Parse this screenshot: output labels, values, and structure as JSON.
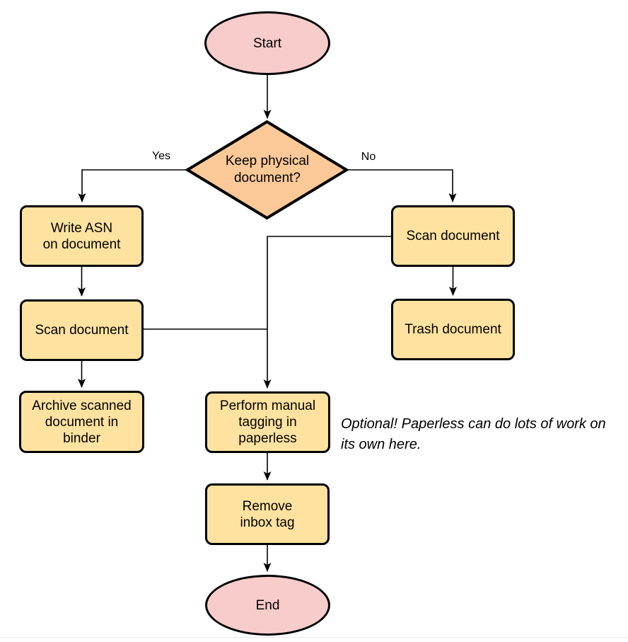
{
  "diagram": {
    "type": "flowchart",
    "topic": "paperless-document-intake-workflow"
  },
  "colors": {
    "terminal_fill": "#F7CCCB",
    "process_fill": "#FFE2A0",
    "decision_fill": "#FBC998",
    "stroke": "#000000"
  },
  "nodes": {
    "start": {
      "shape": "ellipse",
      "label": "Start"
    },
    "decision": {
      "shape": "diamond",
      "label": "Keep physical\ndocument?"
    },
    "write_asn": {
      "shape": "process",
      "label": "Write ASN\non document"
    },
    "scan_left": {
      "shape": "process",
      "label": "Scan document"
    },
    "archive": {
      "shape": "process",
      "label": "Archive scanned\ndocument in\nbinder"
    },
    "scan_right": {
      "shape": "process",
      "label": "Scan document"
    },
    "trash": {
      "shape": "process",
      "label": "Trash document"
    },
    "tagging": {
      "shape": "process",
      "label": "Perform manual\ntagging in\npaperless"
    },
    "remove_inbox": {
      "shape": "process",
      "label": "Remove\ninbox tag"
    },
    "end": {
      "shape": "ellipse",
      "label": "End"
    }
  },
  "edge_labels": {
    "yes": "Yes",
    "no": "No"
  },
  "note": {
    "text": "Optional! Paperless can do lots of work on\nits own here."
  }
}
